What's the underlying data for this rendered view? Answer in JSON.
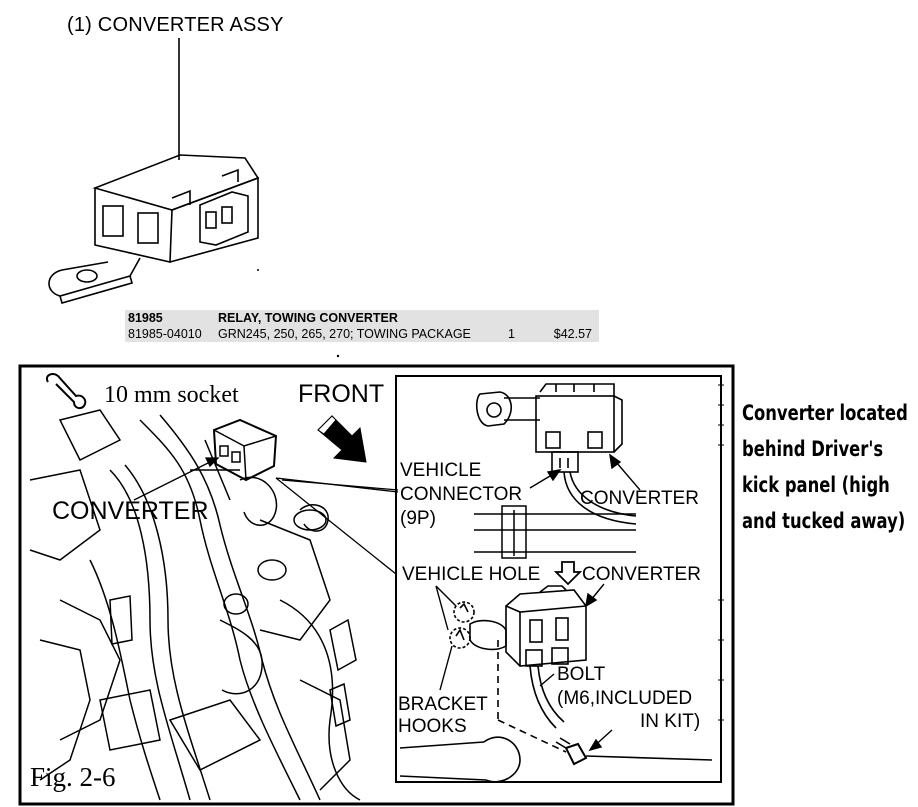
{
  "assembly_title": "(1) CONVERTER ASSY",
  "parts_table": {
    "header": {
      "part_no": "81985",
      "description": "RELAY, TOWING CONVERTER"
    },
    "row": {
      "part_no": "81985-04010",
      "description": "GRN245, 250, 265, 270; TOWING PACKAGE",
      "qty": "1",
      "price": "$42.57"
    }
  },
  "note_lines": [
    "Converter located",
    "behind Driver's",
    "kick panel (high",
    "and tucked away)"
  ],
  "figure": {
    "tool_text": "10 mm socket",
    "front_label": "FRONT",
    "converter_label_left": "CONVERTER",
    "vehicle_connector_label": [
      "VEHICLE",
      "CONNECTOR",
      "(9P)"
    ],
    "converter_label_top": "CONVERTER",
    "vehicle_hole_label": "VEHICLE HOLE",
    "converter_label_mid": "CONVERTER",
    "bolt_label": [
      "BOLT",
      "(M6,INCLUDED",
      "IN KIT)"
    ],
    "bracket_hooks_label": [
      "BRACKET",
      "HOOKS"
    ],
    "fig_caption": "Fig. 2-6",
    "icons": [
      "wrench-icon",
      "front-arrow-icon",
      "down-arrow-icon"
    ]
  }
}
